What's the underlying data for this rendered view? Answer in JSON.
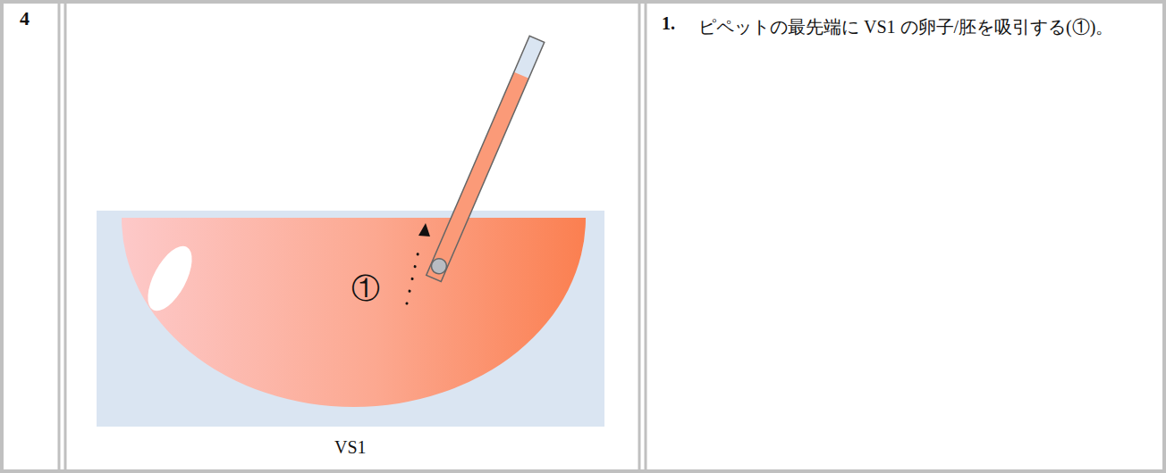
{
  "diagram": {
    "labels": [
      "4",
      "VS1",
      "①",
      "1.",
      "ピペットの最先端に VS1 の卵子/胚を吸引する(①)。"
    ]
  }
}
